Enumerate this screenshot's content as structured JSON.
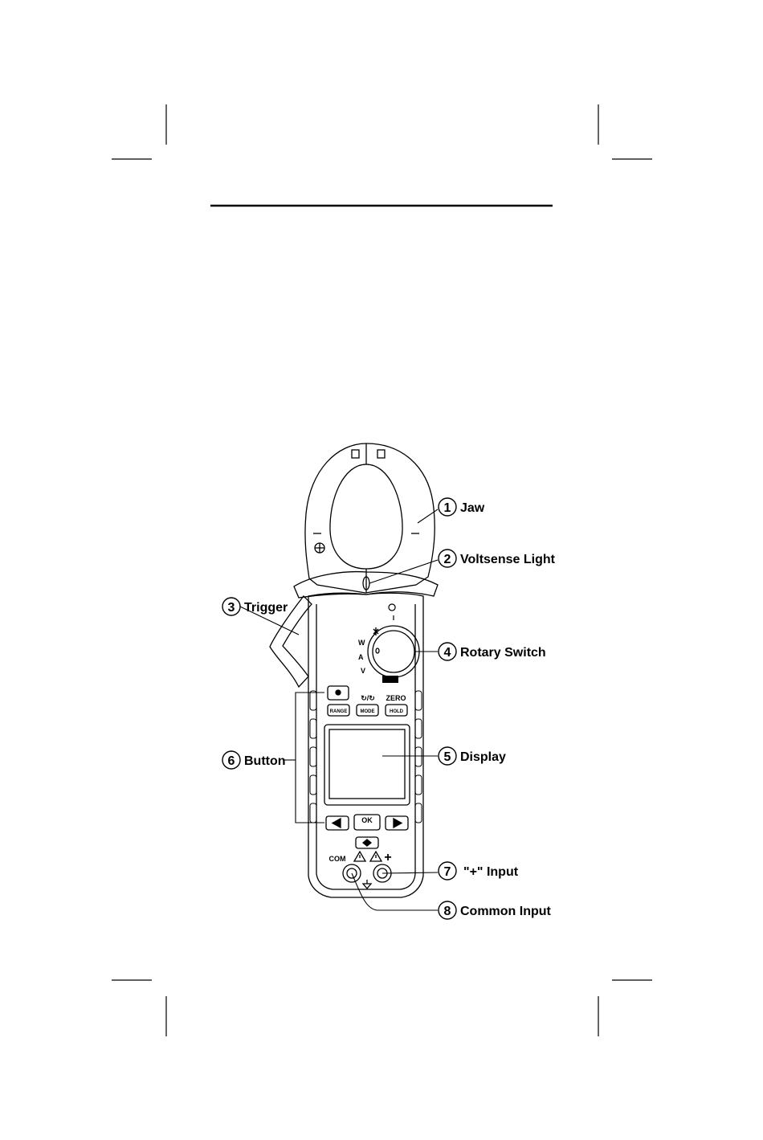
{
  "callouts": [
    {
      "number": "1",
      "label": "Jaw"
    },
    {
      "number": "2",
      "label": "Voltsense Light"
    },
    {
      "number": "3",
      "label": "Trigger"
    },
    {
      "number": "4",
      "label": "Rotary Switch"
    },
    {
      "number": "5",
      "label": "Display"
    },
    {
      "number": "6",
      "label": "Button"
    },
    {
      "number": "7",
      "label": "\"+\" Input"
    },
    {
      "number": "8",
      "label": "Common Input"
    }
  ],
  "meter_markings": {
    "row1_labels": [
      "↻/↻",
      "ZERO"
    ],
    "buttons_row2": [
      "RANGE",
      "MODE",
      "HOLD"
    ],
    "ok_button": "OK",
    "dial_w": "W",
    "dial_a": "A",
    "dial_v": "V",
    "terminal_com": "COM",
    "terminal_plus": "+"
  }
}
